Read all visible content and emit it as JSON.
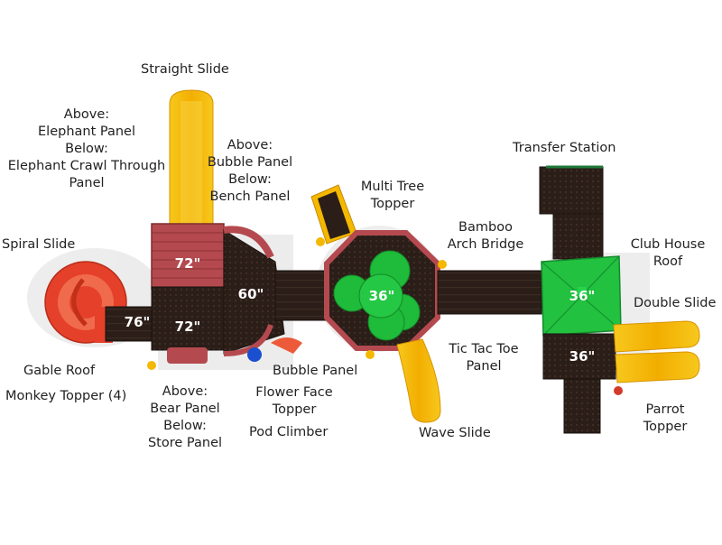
{
  "labels": {
    "straight_slide": "Straight Slide",
    "elephant_above": "Above:",
    "elephant_panel": "Elephant Panel",
    "elephant_below": "Below:",
    "elephant_crawl": "Elephant Crawl Through",
    "elephant_panel2": "Panel",
    "bubble_above": "Above:",
    "bubble_panel": "Bubble Panel",
    "bubble_below": "Below:",
    "bench_panel": "Bench Panel",
    "multi_tree_1": "Multi Tree",
    "multi_tree_2": "Topper",
    "transfer_station": "Transfer Station",
    "spiral_slide": "Spiral Slide",
    "bamboo_1": "Bamboo",
    "bamboo_2": "Arch Bridge",
    "club_house_1": "Club House",
    "club_house_2": "Roof",
    "double_slide": "Double Slide",
    "gable_roof": "Gable Roof",
    "monkey_topper": "Monkey Topper (4)",
    "bear_above": "Above:",
    "bear_panel": "Bear Panel",
    "bear_below": "Below:",
    "store_panel": "Store Panel",
    "flower_face_1": "Flower Face",
    "flower_face_2": "Topper",
    "pod_climber": "Pod Climber",
    "bubble_panel_low": "Bubble Panel",
    "tic_tac_1": "Tic Tac Toe",
    "tic_tac_2": "Panel",
    "wave_slide": "Wave Slide",
    "parrot_1": "Parrot",
    "parrot_2": "Topper"
  },
  "deck_heights": {
    "deck_a": "72\"",
    "deck_b": "76\"",
    "deck_c": "72\"",
    "deck_d": "60\"",
    "deck_e": "36\"",
    "deck_f": "36\"",
    "deck_g": "36\""
  },
  "colors": {
    "slide_yellow": "#f4b800",
    "spiral_red": "#e5402a",
    "roof_maroon": "#b44a4f",
    "deck_dark": "#2b1e18",
    "roof_green": "#22c140",
    "tree_green": "#1fbb3a",
    "post_green": "#1f7a3a"
  }
}
